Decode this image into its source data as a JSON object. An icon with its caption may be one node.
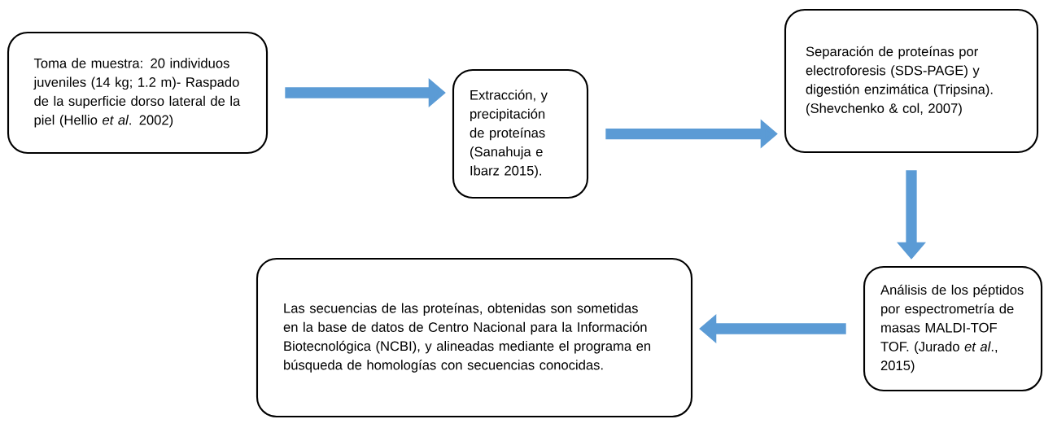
{
  "diagram": {
    "nodes": [
      {
        "text": [
          "Toma de muestra: 20 individuos juveniles (14 kg; 1.2 m)- Raspado de la superficie dorso lateral de la piel (Hellio *et al*. 2002)"
        ]
      },
      {
        "text": [
          "Extracción, y precipitación de proteínas (Sanahuja e Ibarz 2015)."
        ]
      },
      {
        "text": [
          "Separación de proteínas por electroforesis (SDS-PAGE) y digestión enzimática (Tripsina). (Shevchenko & col, 2007)"
        ]
      },
      {
        "text": [
          "Análisis de los péptidos por espectrometría de masas MALDI-TOF TOF. (Jurado *et al*., 2015)"
        ]
      },
      {
        "text": [
          "Las secuencias de las proteínas, obtenidas son sometidas en la base de datos de Centro Nacional para la Información Biotecnológica (NCBI), y alineadas mediante el programa en búsqueda de homologías con secuencias conocidas."
        ]
      }
    ],
    "edges": [
      {
        "from": 0,
        "to": 1,
        "arrow": "to"
      },
      {
        "from": 1,
        "to": 2,
        "arrow": "to"
      },
      {
        "from": 2,
        "to": 3,
        "arrow": "to"
      },
      {
        "from": 3,
        "to": 4,
        "arrow": "to"
      }
    ]
  }
}
